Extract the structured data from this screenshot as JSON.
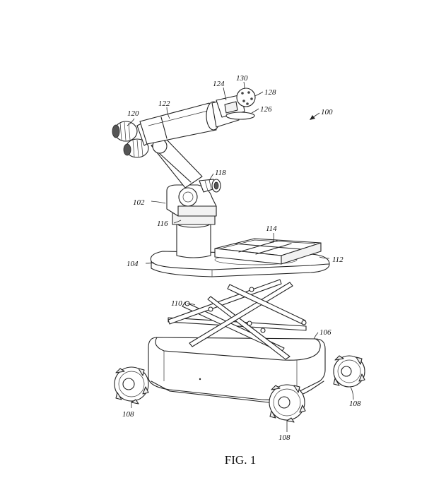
{
  "figure": {
    "caption": "FIG. 1",
    "reference_numerals": {
      "r100": "100",
      "r102": "102",
      "r104": "104",
      "r106": "106",
      "r108a": "108",
      "r108b": "108",
      "r108c": "108",
      "r110": "110",
      "r112": "112",
      "r114": "114",
      "r116": "116",
      "r118": "118",
      "r120": "120",
      "r122": "122",
      "r124": "124",
      "r126": "126",
      "r128": "128",
      "r130": "130"
    }
  }
}
